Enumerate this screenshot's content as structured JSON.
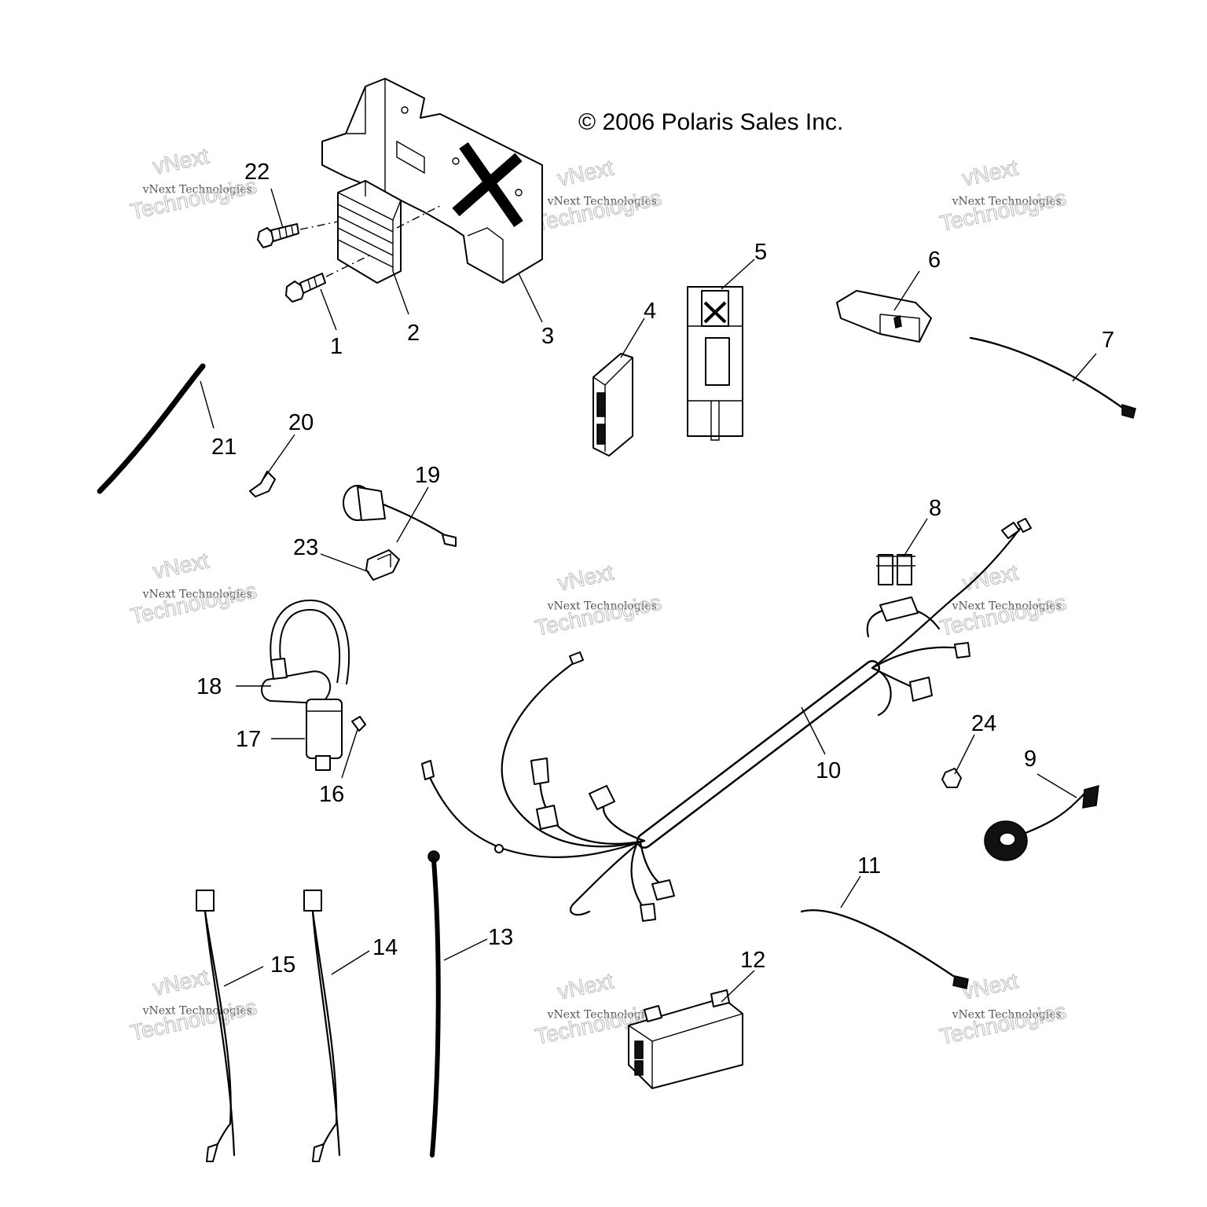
{
  "copyright": "© 2006 Polaris Sales Inc.",
  "watermark": {
    "line1": "vNext",
    "line2": "vNext Technologies",
    "line3": "Technologies"
  },
  "callouts": [
    "1",
    "2",
    "3",
    "4",
    "5",
    "6",
    "7",
    "8",
    "9",
    "10",
    "11",
    "12",
    "13",
    "14",
    "15",
    "16",
    "17",
    "18",
    "19",
    "20",
    "21",
    "22",
    "23",
    "24"
  ]
}
